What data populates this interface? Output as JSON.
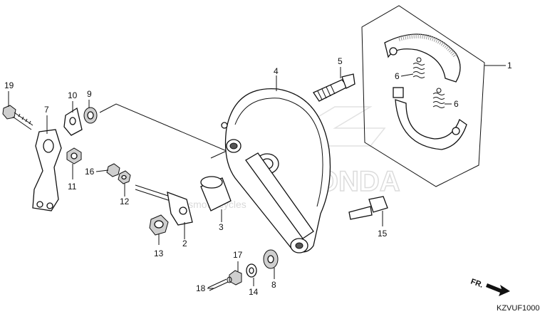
{
  "diagram": {
    "part_numbers": [
      "1",
      "2",
      "3",
      "4",
      "5",
      "6",
      "6",
      "7",
      "8",
      "9",
      "10",
      "11",
      "12",
      "13",
      "14",
      "15",
      "16",
      "17",
      "18",
      "19"
    ],
    "drawing_code": "KZVUF1000",
    "direction_label": "FR.",
    "watermark_brand": "HONDA",
    "watermark_site": "partsmotorcycles"
  },
  "colors": {
    "ink": "#111111",
    "shade": "#cfcfcf",
    "watermark": "#d9d9d9"
  }
}
